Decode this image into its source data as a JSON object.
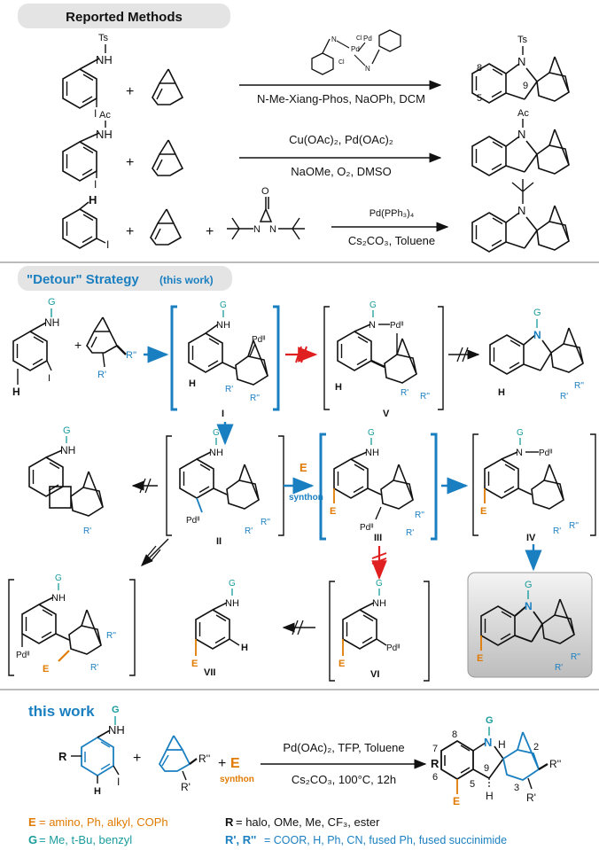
{
  "headers": {
    "reported": "Reported Methods",
    "detour_main": "\"Detour\" Strategy",
    "detour_sub": "(this work)",
    "this_work": "this work"
  },
  "labels": {
    "nh": "NH",
    "ts": "Ts",
    "ac": "Ac",
    "n": "N",
    "g": "G",
    "h": "H",
    "i_atom": "I",
    "plus": "+",
    "rpp": "R''",
    "rp": "R'",
    "r": "R",
    "e": "E",
    "pd2": "Pdᴵᴵ",
    "pdcl": "Pd",
    "cl": "Cl",
    "n8": "8",
    "n9": "9",
    "n5": "5",
    "n7": "7",
    "n6": "6",
    "n3": "3",
    "n2": "2",
    "o": "O",
    "synthon": "synthon"
  },
  "conditions": {
    "r1": "N-Me-Xiang-Phos, NaOPh, DCM",
    "r2a": "Cu(OAc)₂, Pd(OAc)₂",
    "r2b": "NaOMe, O₂, DMSO",
    "r3a": "Pd(PPh₃)₄",
    "r3b": "Cs₂CO₃, Toluene",
    "tw_a": "Pd(OAc)₂, TFP, Toluene",
    "tw_b": "Cs₂CO₃, 100°C, 12h"
  },
  "intermediates": {
    "I": "I",
    "II": "II",
    "III": "III",
    "IV": "IV",
    "V": "V",
    "VI": "VI",
    "VII": "VII"
  },
  "footnotes": {
    "e_def": "= amino, Ph, alkyl, COPh",
    "g_def": "= Me, t-Bu, benzyl",
    "r_def": "= halo, OMe, Me, CF₃, ester",
    "rr_key": "R', R''",
    "rr_def": "= COOR, H, Ph, CN, fused Ph, fused succinimide"
  },
  "colors": {
    "blue": "#1a7fc0",
    "orange": "#e07a00",
    "teal": "#1a9c9c",
    "red": "#e02020",
    "header_bg": "#e4e4e4"
  }
}
